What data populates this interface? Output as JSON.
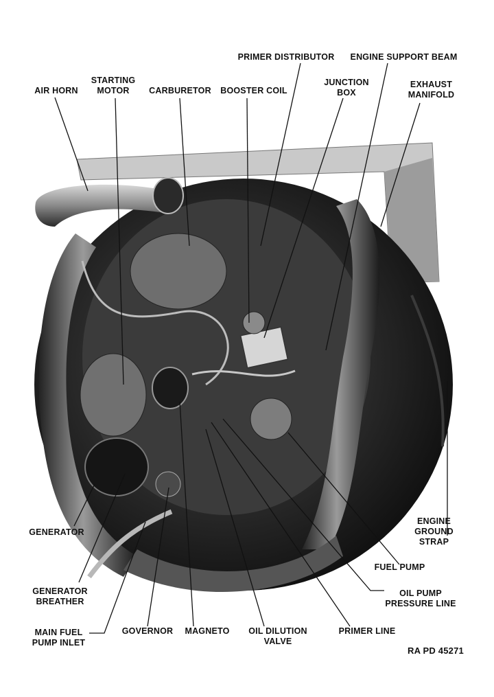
{
  "labels": {
    "air_horn": [
      "AIR HORN"
    ],
    "starting_motor": [
      "STARTING",
      "MOTOR"
    ],
    "carburetor": [
      "CARBURETOR"
    ],
    "booster_coil": [
      "BOOSTER COIL"
    ],
    "primer_distributor": [
      "PRIMER DISTRIBUTOR"
    ],
    "junction_box": [
      "JUNCTION",
      "BOX"
    ],
    "engine_support_beam": [
      "ENGINE SUPPORT BEAM"
    ],
    "exhaust_manifold": [
      "EXHAUST",
      "MANIFOLD"
    ],
    "engine_ground_strap": [
      "ENGINE",
      "GROUND",
      "STRAP"
    ],
    "fuel_pump": [
      "FUEL PUMP"
    ],
    "oil_pump_pressure_line": [
      "OIL PUMP",
      "PRESSURE LINE"
    ],
    "primer_line": [
      "PRIMER LINE"
    ],
    "oil_dilution_valve": [
      "OIL DILUTION",
      "VALVE"
    ],
    "magneto": [
      "MAGNETO"
    ],
    "governor": [
      "GOVERNOR"
    ],
    "main_fuel_pump_inlet": [
      "MAIN FUEL",
      "PUMP INLET"
    ],
    "generator_breather": [
      "GENERATOR",
      "BREATHER"
    ],
    "generator": [
      "GENERATOR"
    ]
  },
  "figure_id": "RA PD 45271",
  "colors": {
    "ink": "#111111",
    "photo_dark": "#1a1a1a",
    "photo_mid": "#5a5a5a",
    "photo_light": "#bdbdbd",
    "paper": "#ffffff"
  }
}
